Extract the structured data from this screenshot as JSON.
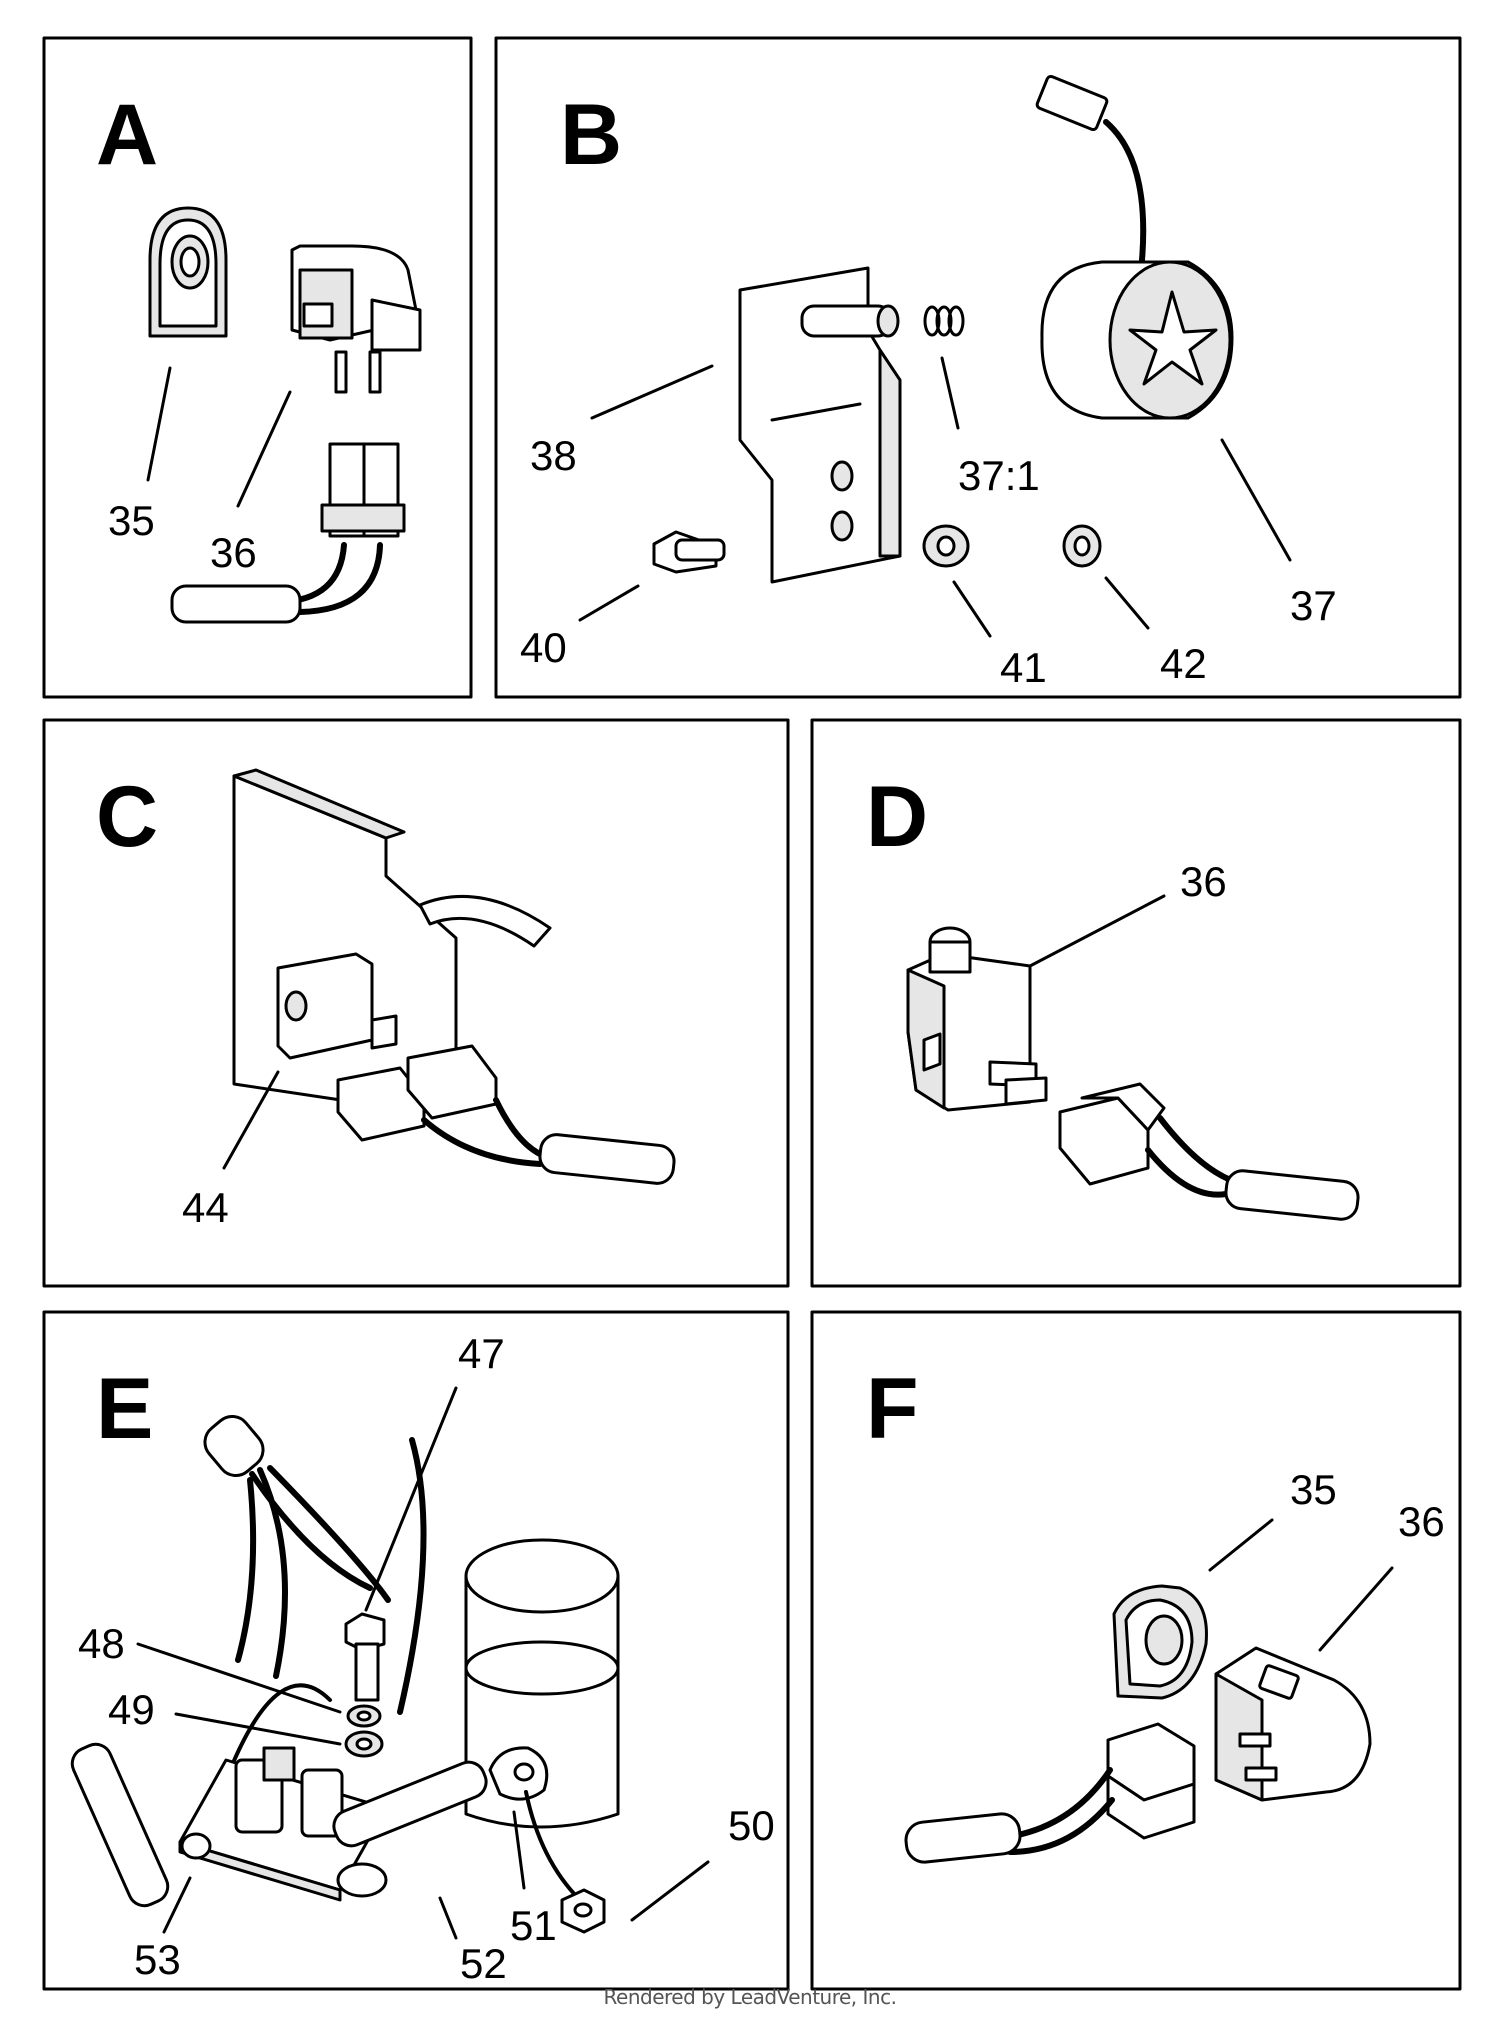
{
  "panels": [
    {
      "letter": "A"
    },
    {
      "letter": "B"
    },
    {
      "letter": "C"
    },
    {
      "letter": "D"
    },
    {
      "letter": "E"
    },
    {
      "letter": "F"
    }
  ],
  "callouts": {
    "a35": "35",
    "a36": "36",
    "b38": "38",
    "b371": "37:1",
    "b37": "37",
    "b40": "40",
    "b41": "41",
    "b42": "42",
    "c44": "44",
    "d36": "36",
    "e47": "47",
    "e48": "48",
    "e49": "49",
    "e50": "50",
    "e51": "51",
    "e52": "52",
    "e53": "53",
    "f35": "35",
    "f36": "36"
  },
  "footer": "Rendered by LeadVenture, Inc."
}
